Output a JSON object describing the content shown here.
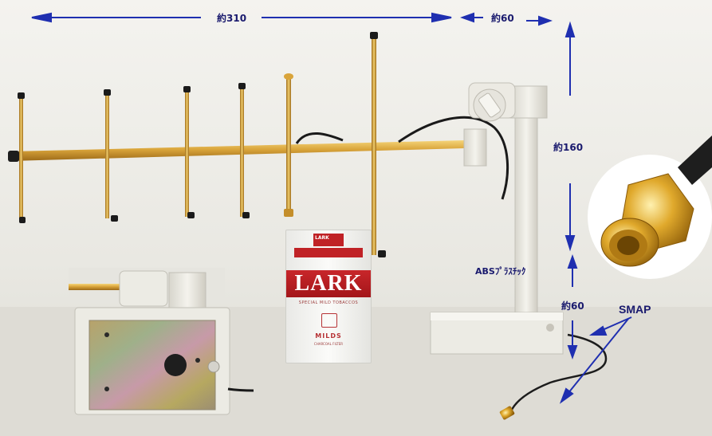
{
  "dimensions": {
    "length_label": "約310",
    "width_label": "約60",
    "height_label": "約160",
    "base_label": "約60"
  },
  "material_label": "ABSﾌﾟﾗｽﾁｯｸ",
  "connector_label": "SMAP",
  "pack": {
    "brand": "LARK",
    "tagline": "SPECIAL MILD TOBACCOS",
    "variant": "MILDS",
    "filter": "CHARCOAL FILTER",
    "top_text": "LARK"
  },
  "colors": {
    "annotation": "#1a1a6e",
    "arrow": "#1f2fb0",
    "brass": "#d9a43a",
    "plastic": "#ecebe4",
    "pack_red": "#c02226"
  }
}
